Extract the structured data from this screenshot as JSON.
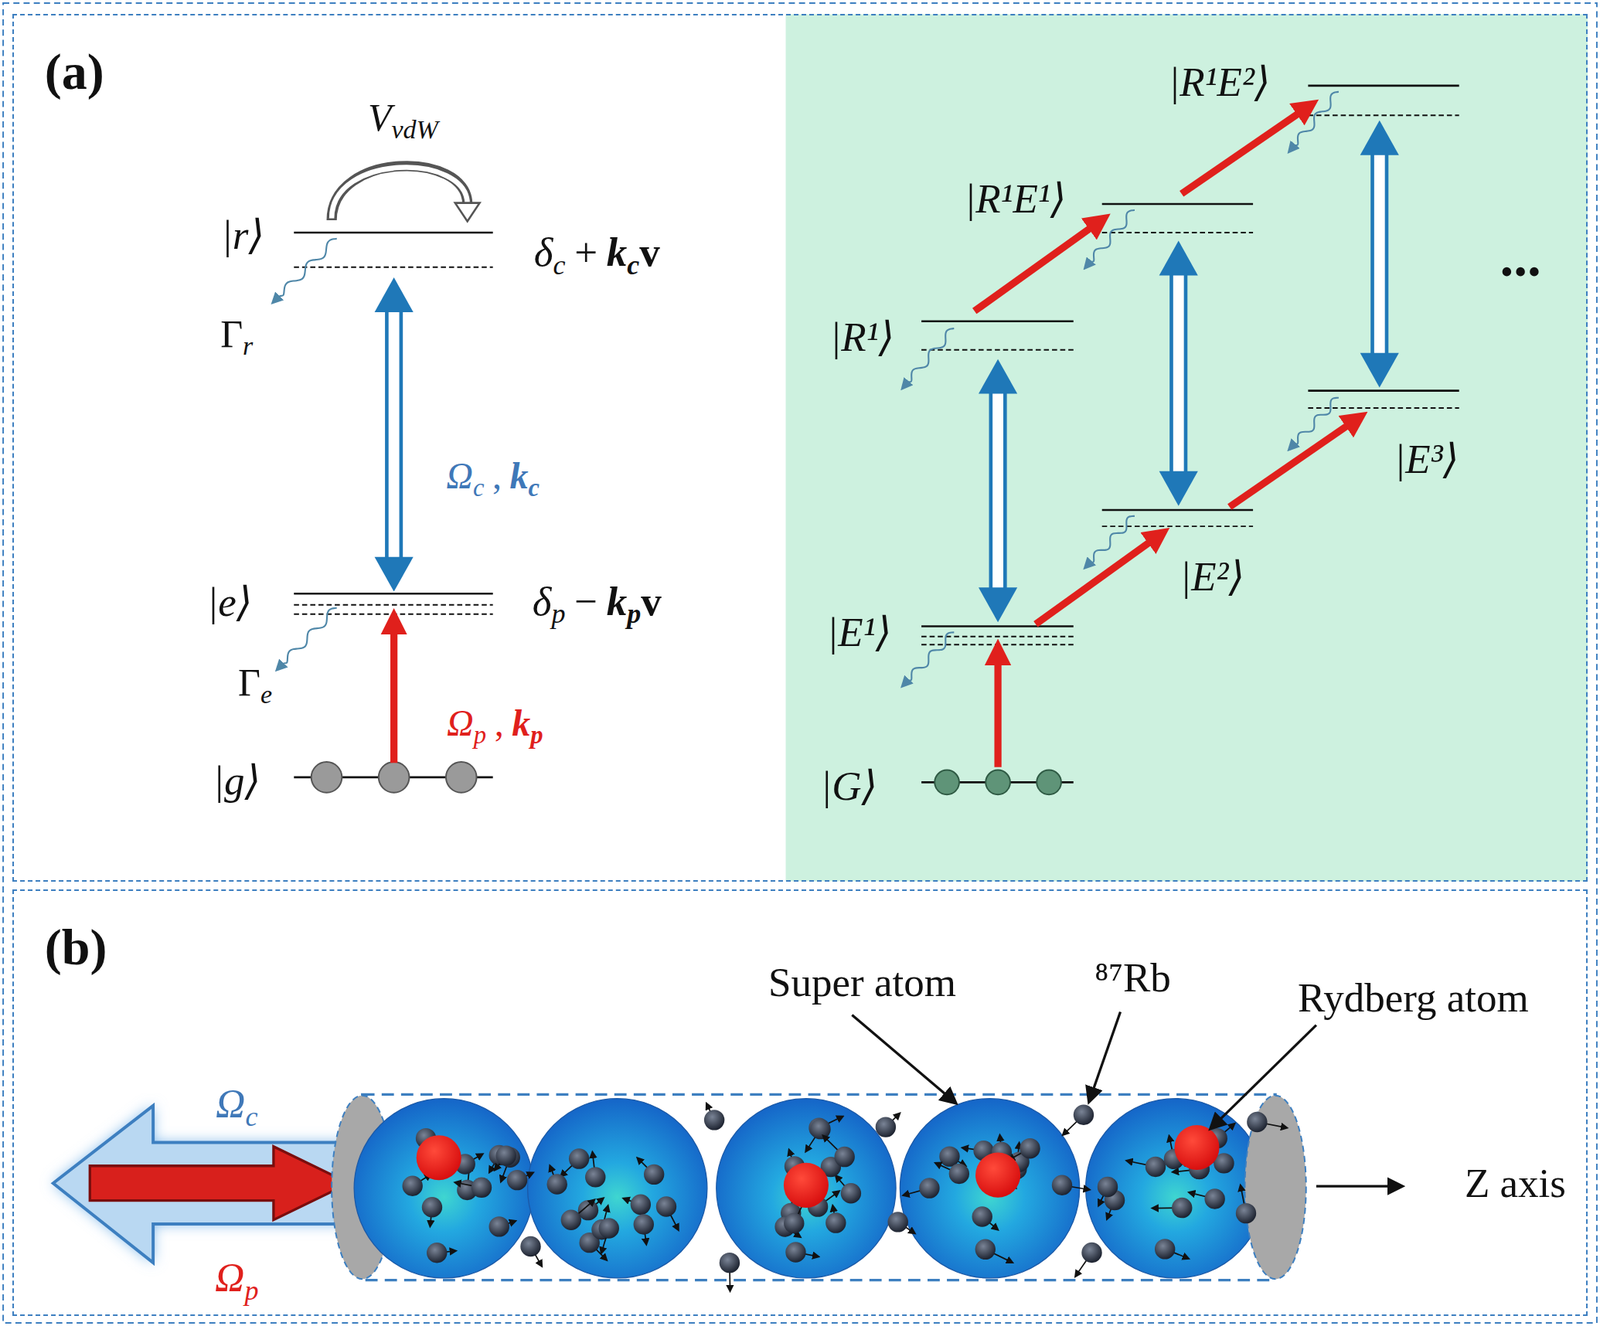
{
  "diagram": {
    "nodes": [
      {
        "text": [
          "(a)"
        ]
      },
      {
        "text": [
          "(b)"
        ]
      }
    ],
    "labels": [
      "V",
      "vdW",
      "|r⟩",
      "δ",
      "c",
      "+",
      "k",
      "c",
      "v",
      "Γ",
      "r",
      "Ω",
      "c",
      ",",
      "k",
      "c",
      "|e⟩",
      "δ",
      "p",
      "−",
      "k",
      "p",
      "v",
      "Γ",
      "e",
      "Ω",
      "p",
      ",",
      "k",
      "p",
      "|g⟩",
      "|R¹E²⟩",
      "|R¹E¹⟩",
      "|R¹⟩",
      "|E³⟩",
      "|E²⟩",
      "|E¹⟩",
      "|G⟩",
      "...",
      "Super atom",
      "⁸⁷Rb",
      "Rydberg atom",
      "Z axis",
      "Ω",
      "c",
      "Ω",
      "p"
    ]
  }
}
